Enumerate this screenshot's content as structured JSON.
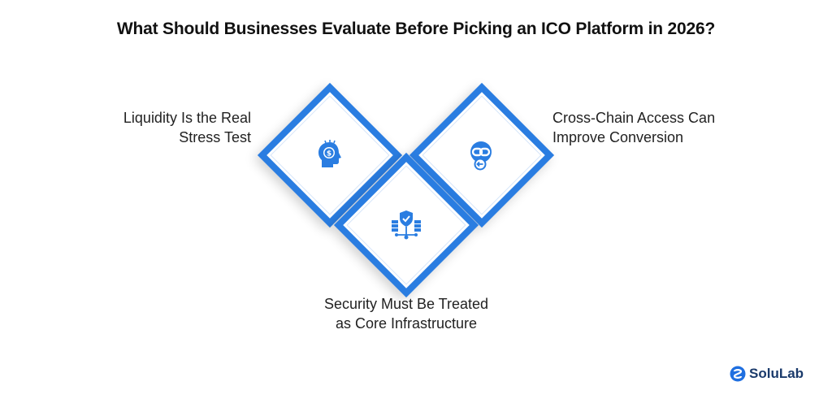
{
  "title": "What Should Businesses Evaluate Before Picking an ICO Platform in 2026?",
  "items": [
    {
      "line1": "Liquidity Is the Real",
      "line2": "Stress Test",
      "icon": "head-coin-icon"
    },
    {
      "line1": "Cross-Chain Access Can",
      "line2": "Improve Conversion",
      "icon": "chain-link-icon"
    },
    {
      "line1": "Security Must Be Treated",
      "line2": "as Core Infrastructure",
      "icon": "shield-server-icon"
    }
  ],
  "brand": {
    "name": "SoluLab"
  },
  "colors": {
    "accent": "#2a7de1",
    "brand": "#1a3a6b"
  }
}
